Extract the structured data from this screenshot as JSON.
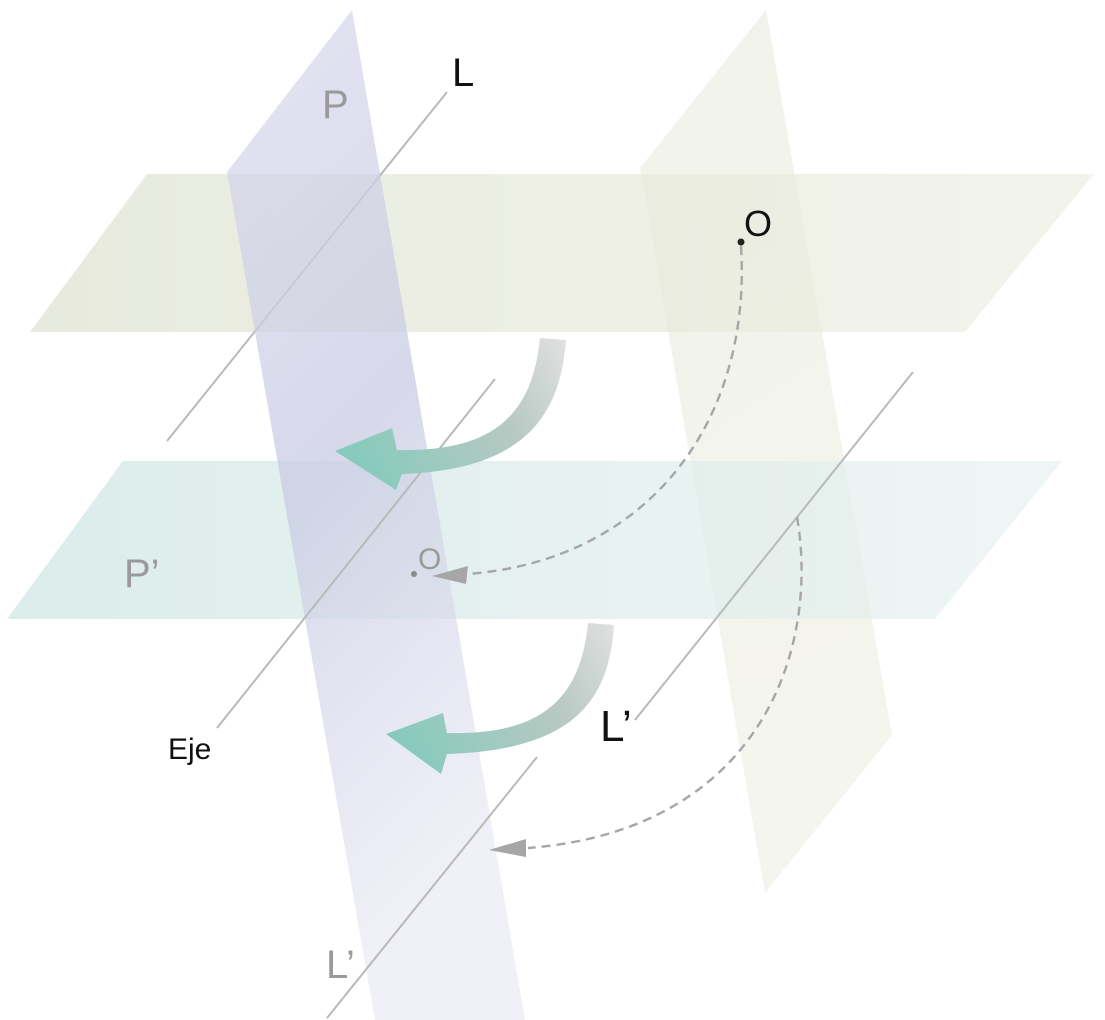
{
  "labels": {
    "plane_p": "P",
    "plane_p_prime": "P’",
    "line_l": "L",
    "line_l_prime_right": "L’",
    "line_l_prime_bottom": "L’",
    "axis": "Eje",
    "point_o": "O",
    "point_o_image": "O"
  },
  "colors": {
    "plane_p": "#d3d3ea",
    "plane_upper_horizontal": "#dfe3d3",
    "plane_p_prime": "#d6e8e6",
    "plane_right_vertical": "#e3e5d3",
    "arrow_head": "#8fcdc2",
    "arrow_tail": "#d8d8d8",
    "lines": "#b9b9b9",
    "dashed_paths": "#a6a6a6",
    "label_dark": "#111111",
    "label_grey": "#9a9a9a"
  }
}
